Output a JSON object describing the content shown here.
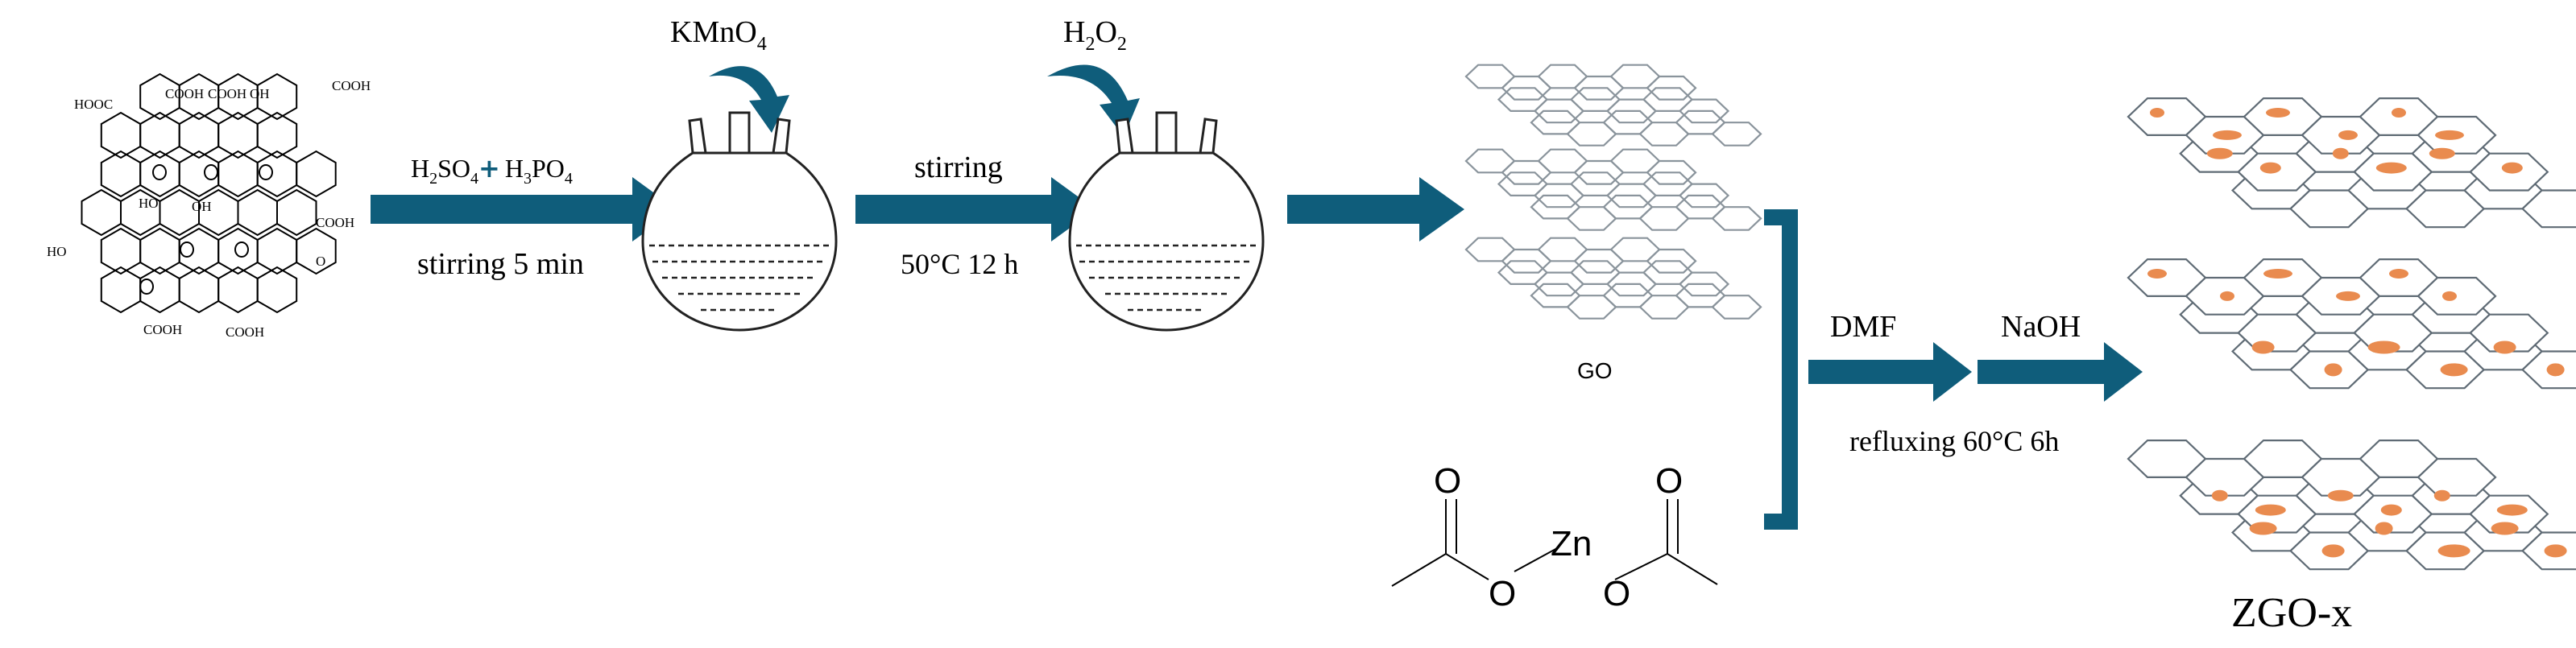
{
  "colors": {
    "arrow": "#0f5d7b",
    "nanoparticle": "#e98b4f",
    "hexagon_stroke": "#8a949c"
  },
  "graphite_labels": {
    "hooc": "HOOC",
    "cooh_top1": "COOH",
    "cooh_top2": "COOH",
    "oh_top": "OH",
    "cooh_right": "COOH",
    "cooh_mid_right": "COOH",
    "ho_mid": "HO",
    "oh_center": "OH",
    "ho_left": "HO",
    "cooh_bottom1": "COOH",
    "cooh_bottom2": "COOH",
    "o": "O"
  },
  "step1": {
    "acid1_main": "H",
    "acid1_sub1": "2",
    "acid1_mid": "SO",
    "acid1_sub2": "4",
    "plus": "+",
    "acid2_main": "H",
    "acid2_sub1": "3",
    "acid2_mid": "PO",
    "acid2_sub2": "4",
    "condition": "stirring  5 min"
  },
  "kmno4": {
    "main": "KMnO",
    "sub": "4"
  },
  "step2": {
    "label": "stirring",
    "condition": "50°C 12 h"
  },
  "h2o2": {
    "h": "H",
    "sub1": "2",
    "o": "O",
    "sub2": "2"
  },
  "go_label": "GO",
  "zinc_acetate": {
    "o_top": "O",
    "zn": "Zn",
    "o_bottom": "O"
  },
  "step3": {
    "reagent1": "DMF",
    "reagent2": "NaOH",
    "condition": "refluxing  60°C 6h"
  },
  "product_label": "ZGO-x"
}
